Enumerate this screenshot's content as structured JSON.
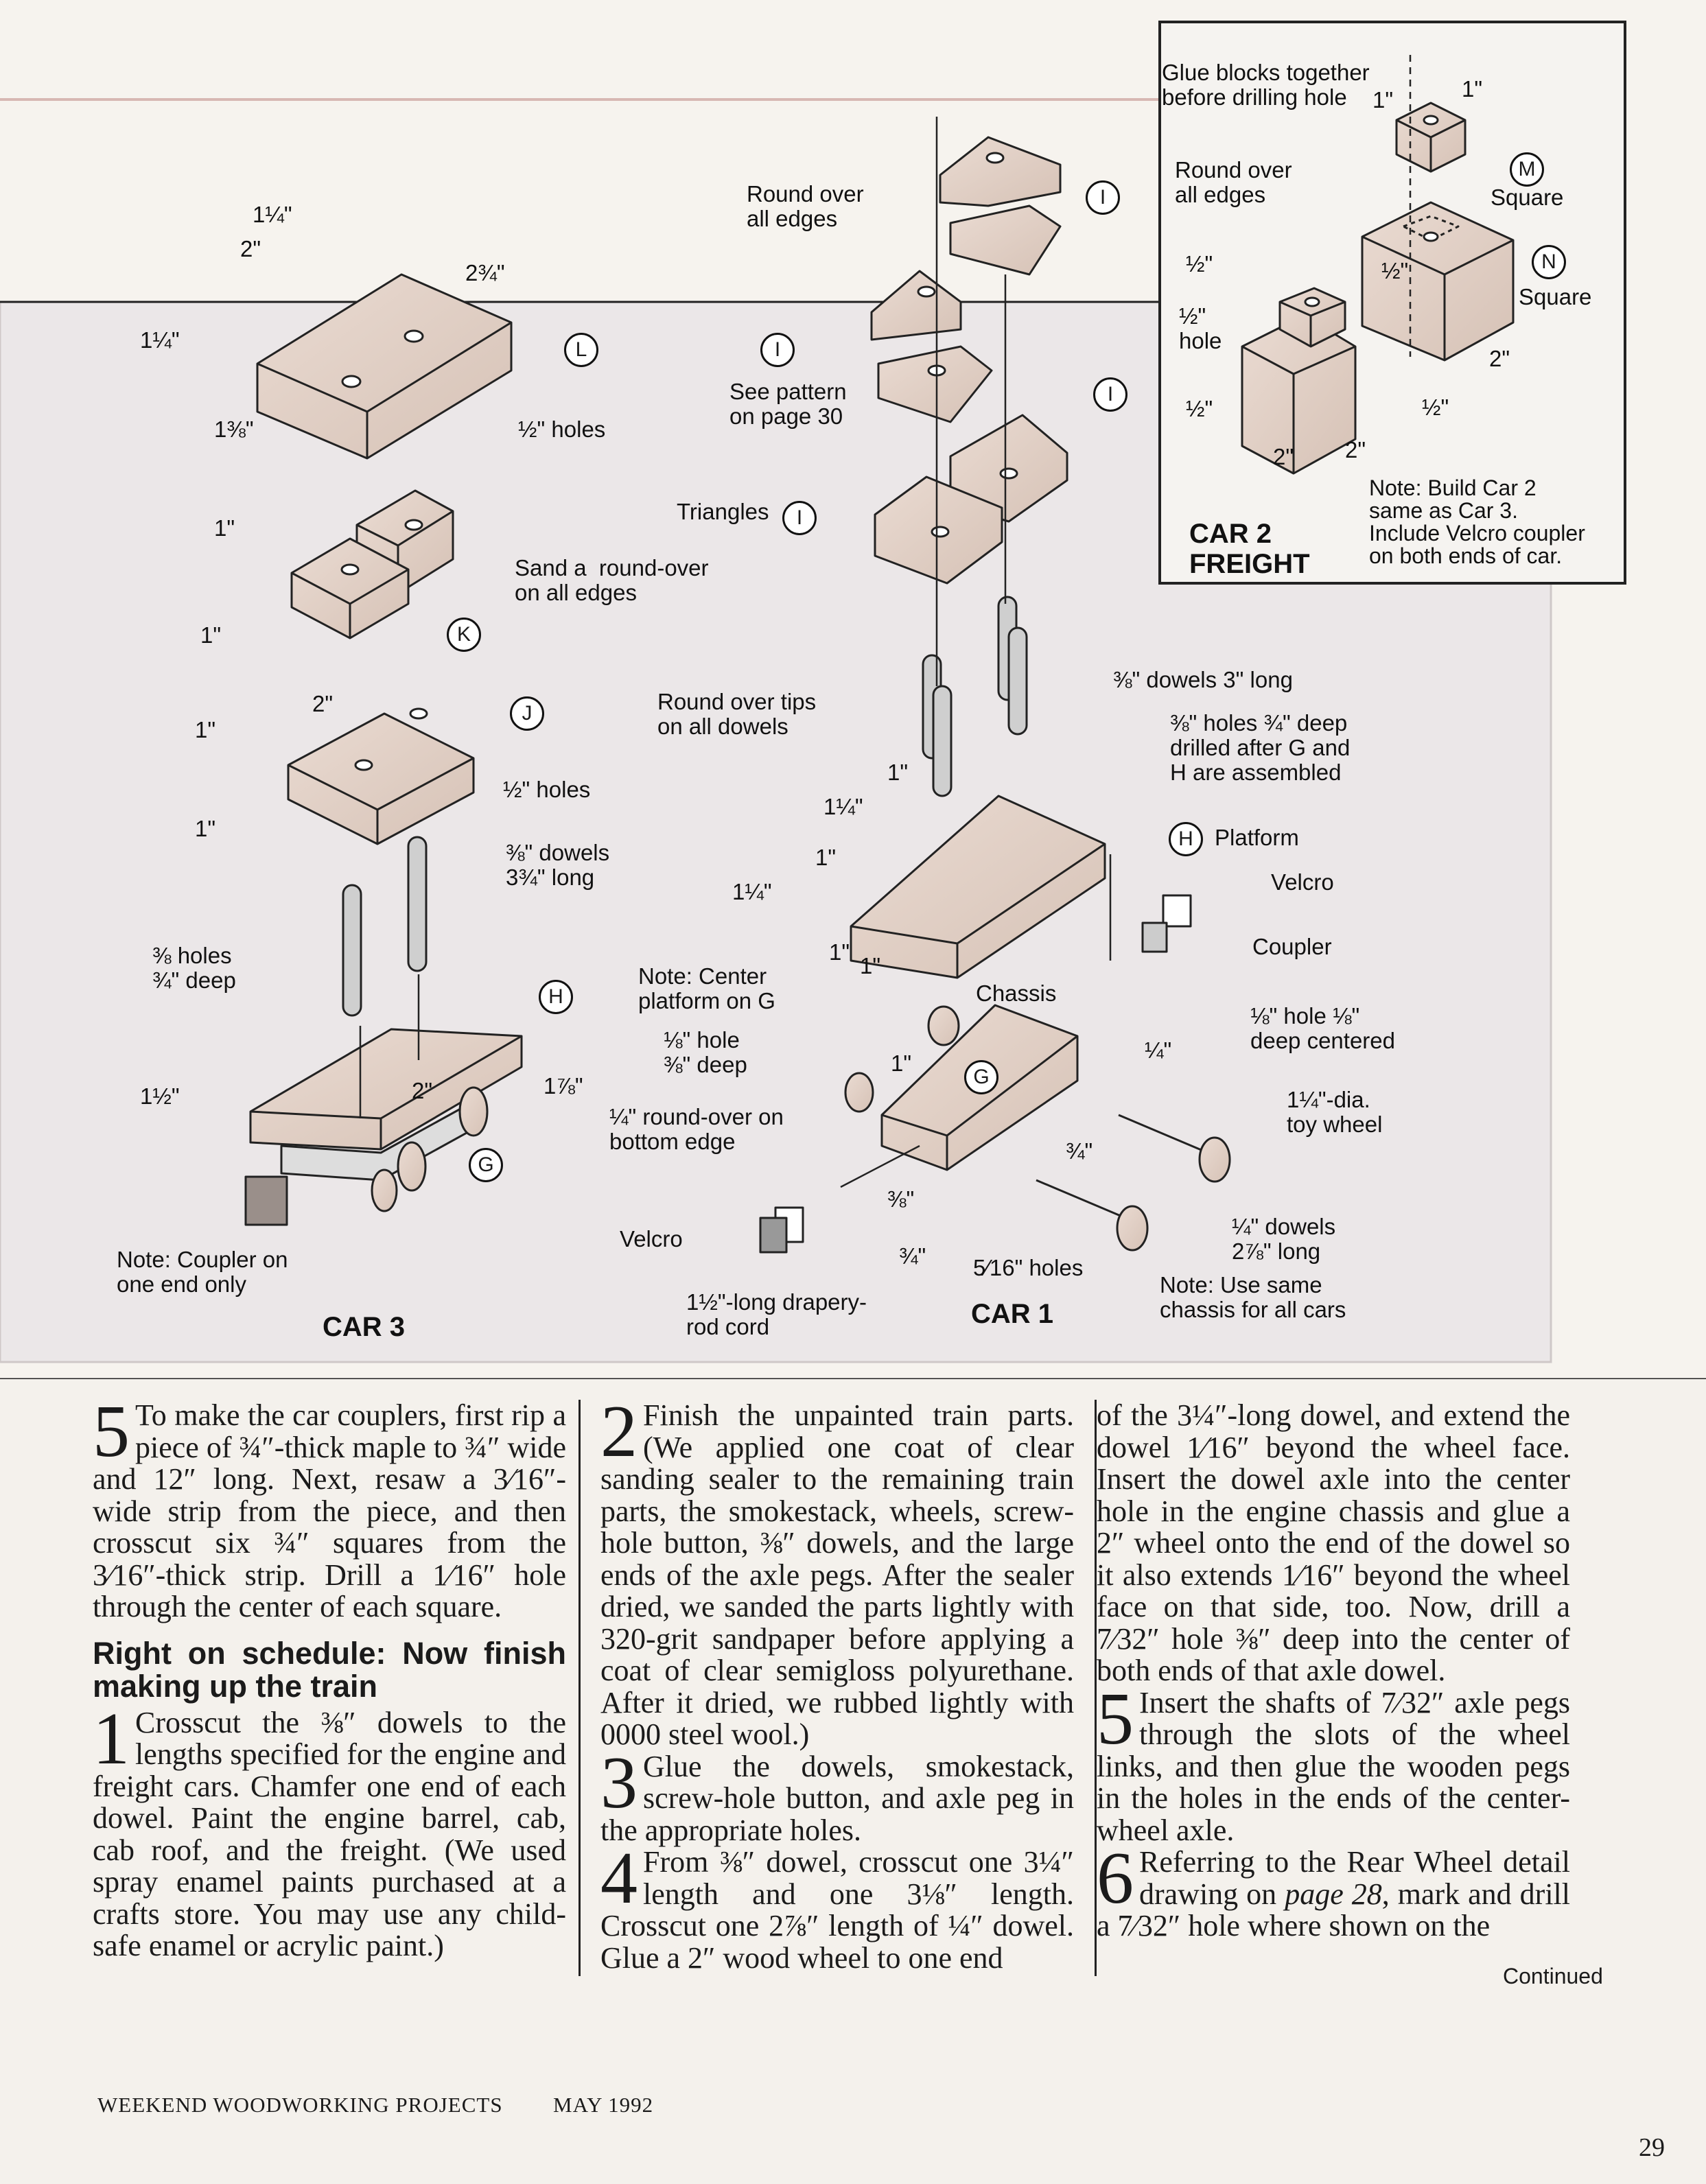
{
  "figure": {
    "inset": {
      "glue_note": "Glue blocks together\nbefore drilling hole",
      "dim_1a": "1\"",
      "dim_1b": "1\"",
      "round_over": "Round over\nall edges",
      "part_m": "M",
      "square_m": "Square",
      "part_n": "N",
      "square_n": "Square",
      "dim_half_a": "½\"",
      "dim_half_b": "½\"",
      "half_hole": "½\"\nhole",
      "dim_half_c": "½\"",
      "dim_half_d": "½\"",
      "dim_2a": "2\"",
      "dim_2b": "2\"",
      "dim_2c": "2\"",
      "title": "CAR 2\nFREIGHT",
      "note": "Note: Build Car 2\nsame as Car 3.\nInclude Velcro coupler\non both ends of car."
    },
    "car3": {
      "dim_114a": "1¼\"",
      "dim_2": "2\"",
      "dim_234": "2¾\"",
      "dim_114b": "1¼\"",
      "dim_138": "1⅜\"",
      "part_l": "L",
      "half_holes_1": "½\" holes",
      "dim_1a": "1\"",
      "dim_1b": "1\"",
      "sand_note": "Sand a  round-over\non all edges",
      "part_k": "K",
      "dim_2b": "2\"",
      "part_j": "J",
      "dim_1c": "1\"",
      "dim_1d": "1\"",
      "half_holes_2": "½\" holes",
      "dowels": "⅜\" dowels\n3¾\" long",
      "holes": "⅜ holes\n¾\" deep",
      "part_h": "H",
      "dim_112": "1½\"",
      "dim_2c": "2\"",
      "dim_178": "1⅞\"",
      "part_g": "G",
      "coupler_note": "Note: Coupler on\none end only",
      "title": "CAR 3"
    },
    "car1": {
      "round_over": "Round over\nall edges",
      "part_i1": "I",
      "part_i2": "I",
      "pattern_note": "See pattern\non page 30",
      "part_i3": "I",
      "triangles": "Triangles",
      "part_i4": "I",
      "dowels_3": "⅜\" dowels 3\" long",
      "round_tips": "Round over tips\non all dowels",
      "holes_note": "⅜\" holes ¾\" deep\ndrilled after G and\nH are assembled",
      "dim_1a": "1\"",
      "dim_114a": "1¼\"",
      "dim_1b": "1\"",
      "dim_114b": "1¼\"",
      "dim_1c": "1\"",
      "dim_1d": "1\"",
      "part_h": "H",
      "platform": "Platform",
      "velcro_1": "Velcro",
      "coupler": "Coupler",
      "center_note": "Note: Center\nplatform on G",
      "chassis": "Chassis",
      "hole_18": "⅛\" hole\n⅜\" deep",
      "dim_1e": "1\"",
      "part_g": "G",
      "dim_14": "¼\"",
      "hole_18_centered": "⅛\" hole ⅛\"\ndeep centered",
      "wheel": "1¼\"-dia.\ntoy wheel",
      "roundover_bottom": "¼\" round-over on\nbottom edge",
      "dim_34a": "¾\"",
      "dim_38": "⅜\"",
      "velcro_2": "Velcro",
      "dim_34b": "¾\"",
      "holes_516": "5⁄16\" holes",
      "dowels_14": "¼\" dowels\n2⅞\" long",
      "drapery": "1½\"-long drapery-\nrod cord",
      "title": "CAR 1",
      "chassis_note": "Note: Use same\nchassis for all cars"
    }
  },
  "text": {
    "c1_step5_num": "5",
    "c1_step5": "To make the car couplers, first rip a piece of ¾″-thick maple to ¾″ wide and 12″ long. Next, resaw a 3⁄16″-wide strip from the piece, and then crosscut six ¾″ squares from the 3⁄16″-thick strip. Drill a 1⁄16″ hole through the center of each square.",
    "heading": "Right on schedule: Now finish making up the train",
    "c1_step1_num": "1",
    "c1_step1": "Crosscut the ⅜″ dowels to the lengths specified for the engine and freight cars. Chamfer one end of each dowel. Paint the engine barrel, cab, cab roof, and the freight. (We used spray enamel paints purchased at a crafts store. You may use any child-safe enamel or acrylic paint.)",
    "c2_step2_num": "2",
    "c2_step2": "Finish the unpainted train parts. (We applied one coat of clear sanding sealer to the remaining train parts, the smokestack, wheels, screw-hole button, ⅜″ dowels, and the large ends of the axle pegs. After the sealer dried, we sanded the parts lightly with 320-grit sandpaper before applying a coat of clear semigloss polyurethane. After it dried, we rubbed lightly with 0000 steel wool.)",
    "c2_step3_num": "3",
    "c2_step3": "Glue the dowels, smokestack, screw-hole button, and axle peg in the appropriate holes.",
    "c2_step4_num": "4",
    "c2_step4": "From ⅜″ dowel, crosscut one 3¼″ length and one 3⅛″ length. Crosscut one 2⅞″ length of ¼″ dowel. Glue a 2″ wood wheel to one end",
    "c3_cont": "of the 3¼″-long dowel, and extend the dowel 1⁄16″ beyond the wheel face. Insert the dowel axle into the center hole in the engine chassis and glue a 2″ wheel onto the end of the dowel so it also extends 1⁄16″ beyond the wheel face on that side, too. Now, drill a 7⁄32″ hole ⅜″ deep into the center of both ends of that axle dowel.",
    "c3_step5_num": "5",
    "c3_step5": "Insert the shafts of 7⁄32″ axle pegs through the slots of the wheel links, and then glue the wooden pegs in the holes in the ends of the center-wheel axle.",
    "c3_step6_num": "6",
    "c3_step6_a": "Referring to the Rear Wheel detail drawing on ",
    "c3_step6_page": "page 28",
    "c3_step6_b": ", mark and drill a 7⁄32″ hole where shown on the",
    "continued": "Continued"
  },
  "footer": {
    "publication": "WEEKEND WOODWORKING PROJECTS",
    "issue": "MAY 1992",
    "page_number": "29"
  }
}
